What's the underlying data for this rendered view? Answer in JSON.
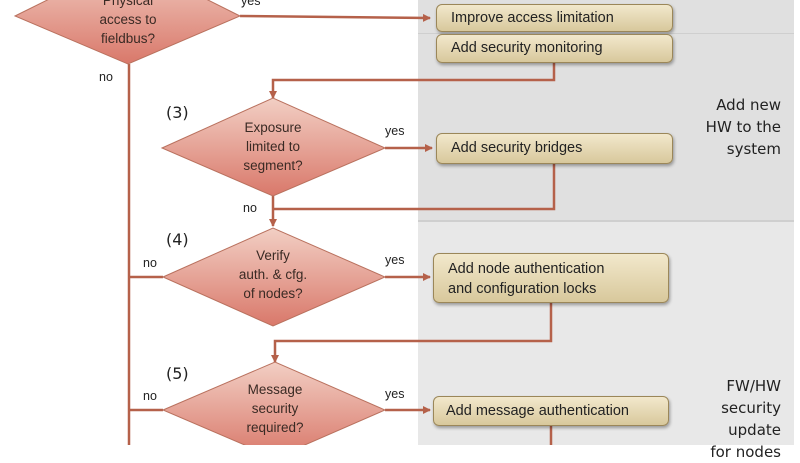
{
  "diagram": {
    "colors": {
      "diamond_fill_top": "#f2cfc4",
      "diamond_fill_bottom": "#d9786a",
      "connector": "#b5614a",
      "action_box_top": "#f2e8cc",
      "action_box_bottom": "#d8c89c",
      "panel_gray": "#e0e0e0"
    },
    "decisions": [
      {
        "id": "2",
        "number": "",
        "text_lines": [
          "Physical",
          "access to",
          "fieldbus?"
        ],
        "yes_label": "yes",
        "no_label": "no"
      },
      {
        "id": "3",
        "number": "(3)",
        "text_lines": [
          "Exposure",
          "limited to",
          "segment?"
        ],
        "yes_label": "yes",
        "no_label": "no"
      },
      {
        "id": "4",
        "number": "(4)",
        "text_lines": [
          "Verify",
          "auth. & cfg.",
          "of nodes?"
        ],
        "yes_label": "yes",
        "no_label": "no"
      },
      {
        "id": "5",
        "number": "(5)",
        "text_lines": [
          "Message",
          "security",
          "required?"
        ],
        "yes_label": "yes",
        "no_label": "no"
      }
    ],
    "actions": [
      {
        "text_lines": [
          "Improve access limitation"
        ]
      },
      {
        "text_lines": [
          "Add security monitoring"
        ]
      },
      {
        "text_lines": [
          "Add security bridges"
        ]
      },
      {
        "text_lines": [
          "Add node authentication",
          "and configuration locks"
        ]
      },
      {
        "text_lines": [
          "Add message authentication"
        ]
      }
    ],
    "side_labels": [
      {
        "text_lines": [
          "Add new",
          "HW to the",
          "system"
        ]
      },
      {
        "text_lines": [
          "FW/HW",
          "security",
          "update",
          "for nodes"
        ]
      }
    ]
  }
}
